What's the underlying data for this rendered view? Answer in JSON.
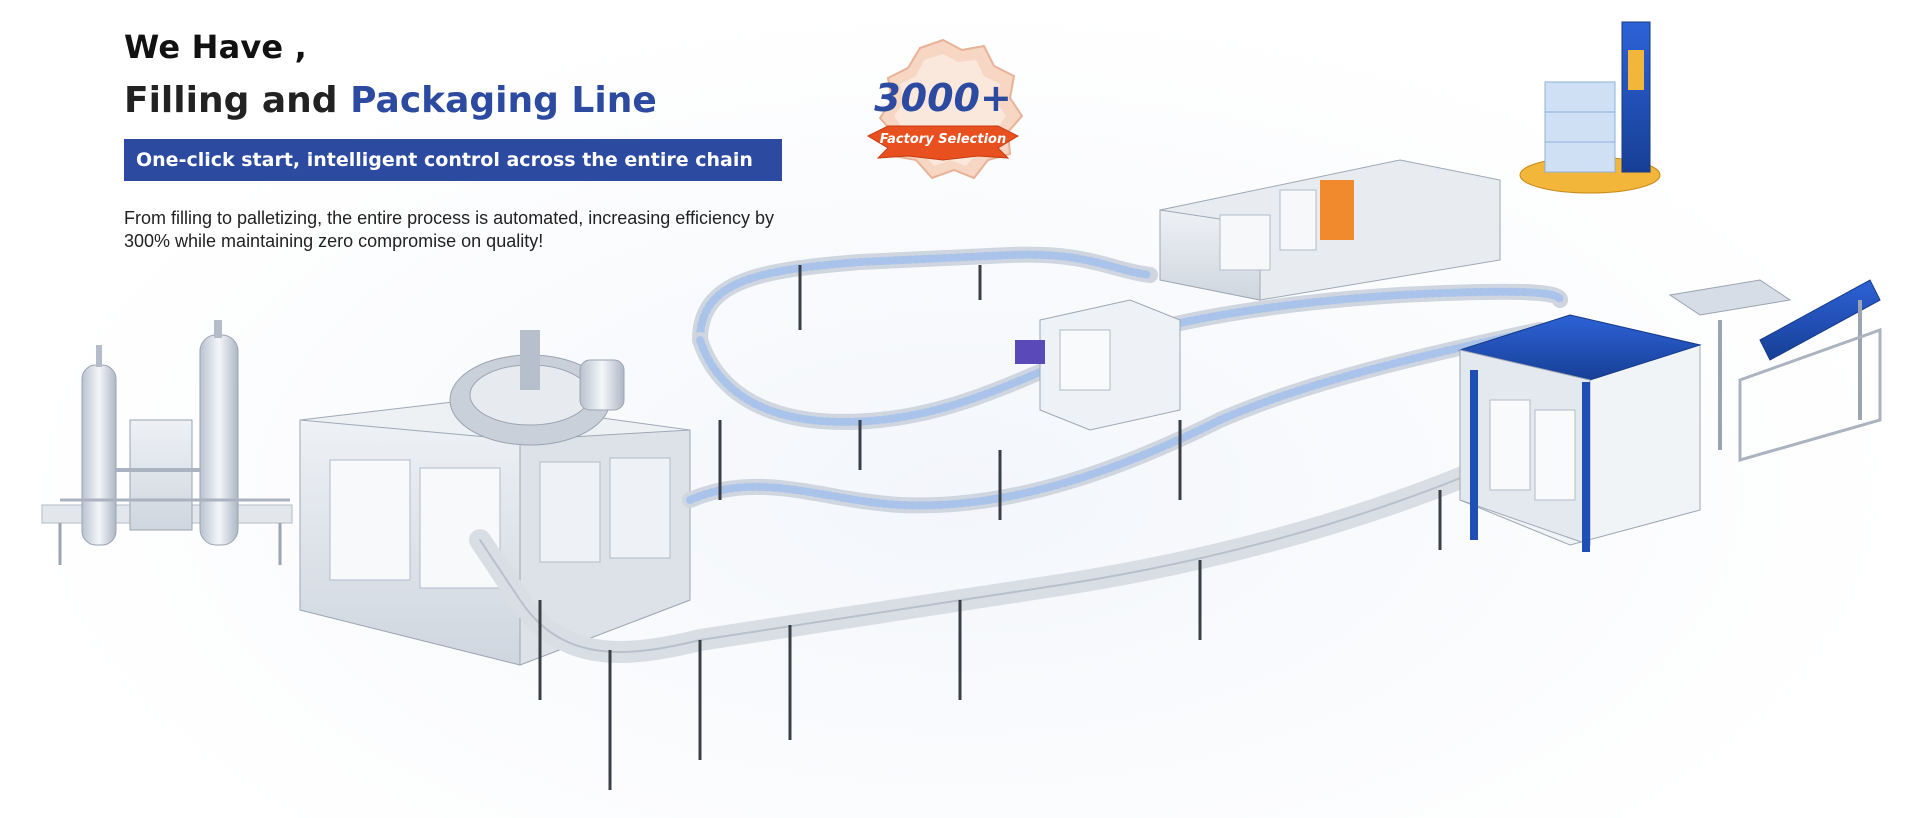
{
  "hero": {
    "pre_title": "We Have ,",
    "title_part1": "Filling and ",
    "title_accent": "Packaging Line",
    "tagline": "One-click start, intelligent control across the entire chain",
    "description": "From filling to palletizing, the entire process is automated, increasing efficiency by 300% while maintaining zero compromise on quality!"
  },
  "badge": {
    "number": "3000+",
    "label": "Factory Selection"
  },
  "colors": {
    "brand_blue": "#2b4aa0",
    "badge_orange": "#e8501f",
    "machine_blue": "#1f4fb5",
    "steel": "#d7dde6"
  },
  "illustration": {
    "name": "filling-and-packaging-line-illustration"
  }
}
